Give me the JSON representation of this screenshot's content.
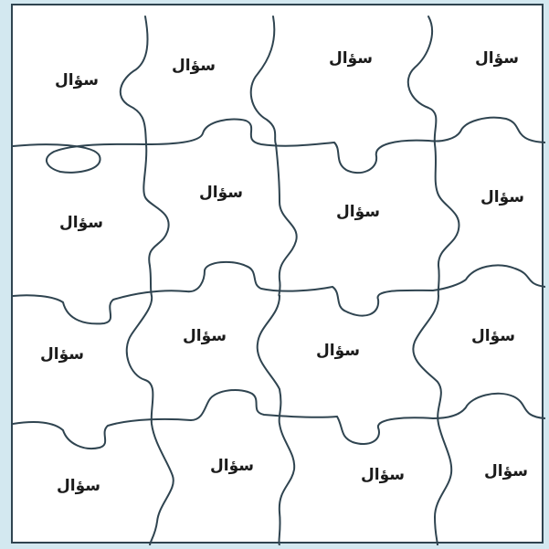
{
  "colors": {
    "background": "#d3e8f0",
    "board": "#ffffff",
    "line": "#2f4450",
    "text": "#1a1a1a"
  },
  "puzzle": {
    "rows": 4,
    "cols": 4,
    "cells": [
      [
        "سؤال",
        "سؤال",
        "سؤال",
        "سؤال"
      ],
      [
        "سؤال",
        "سؤال",
        "سؤال",
        "سؤال"
      ],
      [
        "سؤال",
        "سؤال",
        "سؤال",
        "سؤال"
      ],
      [
        "سؤال",
        "سؤال",
        "سؤال",
        "سؤال"
      ]
    ]
  }
}
